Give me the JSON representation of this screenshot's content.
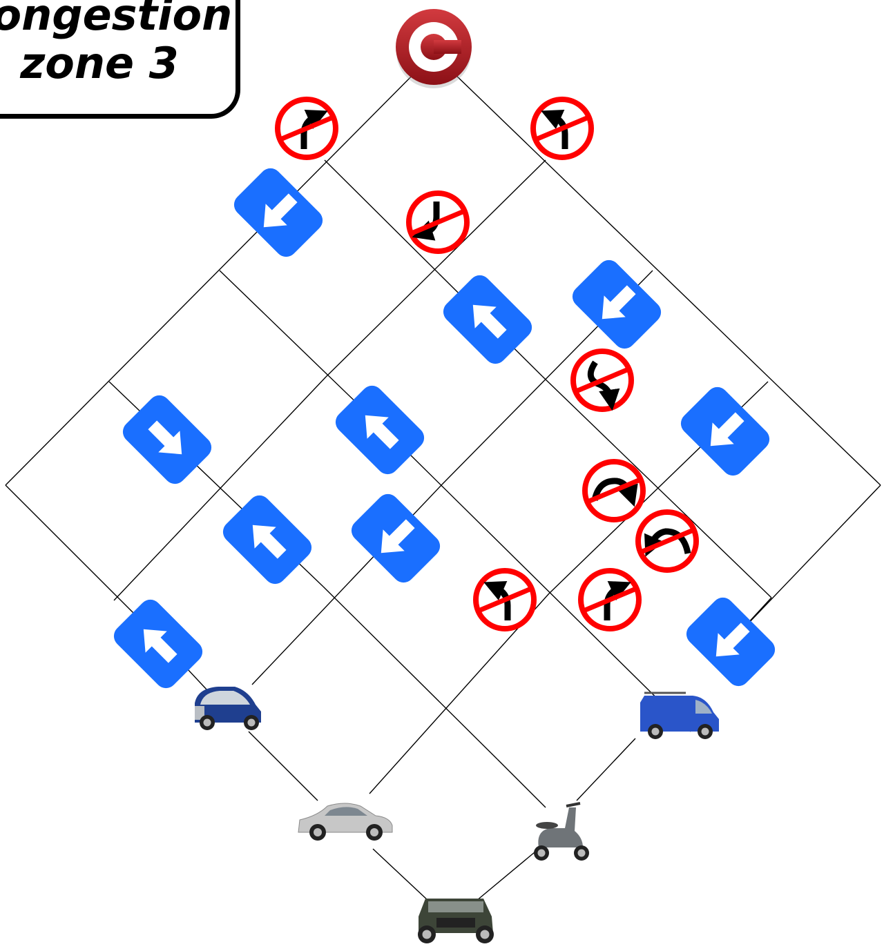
{
  "puzzle": {
    "title_line1": "congestion",
    "title_line2": "zone 3"
  },
  "goal": {
    "icon": "congestion-charge-c-icon",
    "color": "#b51c22"
  },
  "colors": {
    "one_way_sign": "#1a6fff",
    "prohibition_ring": "#ff0000",
    "grid_line": "#000000",
    "arrow_black": "#000000"
  },
  "one_way_signs": [
    {
      "id": "one-way-sign-1",
      "direction": "down-left"
    },
    {
      "id": "one-way-sign-2",
      "direction": "up-left"
    },
    {
      "id": "one-way-sign-3",
      "direction": "down-left"
    },
    {
      "id": "one-way-sign-4",
      "direction": "down-right"
    },
    {
      "id": "one-way-sign-5",
      "direction": "up-left"
    },
    {
      "id": "one-way-sign-6",
      "direction": "down-left"
    },
    {
      "id": "one-way-sign-7",
      "direction": "up-left"
    },
    {
      "id": "one-way-sign-8",
      "direction": "down-left"
    },
    {
      "id": "one-way-sign-9",
      "direction": "up-left"
    },
    {
      "id": "one-way-sign-10",
      "direction": "down-left"
    }
  ],
  "no_turn_signs": [
    {
      "id": "no-turn-sign-1",
      "turn": "left-from-up"
    },
    {
      "id": "no-turn-sign-2",
      "turn": "right-from-up"
    },
    {
      "id": "no-turn-sign-3",
      "turn": "left-from-down"
    },
    {
      "id": "no-turn-sign-4",
      "turn": "down-right"
    },
    {
      "id": "no-turn-sign-5",
      "turn": "right-turn"
    },
    {
      "id": "no-turn-sign-6",
      "turn": "left-turn"
    },
    {
      "id": "no-turn-sign-7",
      "turn": "right-from-up"
    },
    {
      "id": "no-turn-sign-8",
      "turn": "left-from-up"
    }
  ],
  "vehicles": [
    {
      "id": "vehicle-smart-car",
      "kind": "smart-car-icon",
      "color": "#1f3f8f"
    },
    {
      "id": "vehicle-van",
      "kind": "van-icon",
      "color": "#2a55c9"
    },
    {
      "id": "vehicle-sedan",
      "kind": "sedan-icon",
      "color": "#c7c7c7"
    },
    {
      "id": "vehicle-scooter",
      "kind": "scooter-icon",
      "color": "#6f7478"
    },
    {
      "id": "vehicle-hummer",
      "kind": "hummer-icon",
      "color": "#3d4538"
    }
  ]
}
